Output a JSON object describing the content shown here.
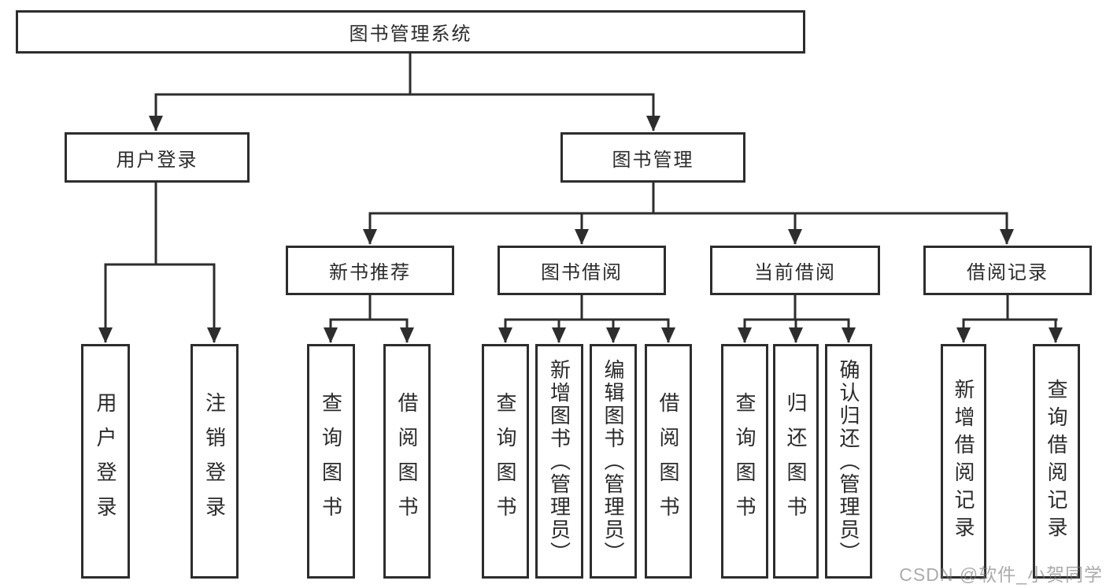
{
  "diagram_title": "图书管理系统",
  "tree": {
    "label": "图书管理系统",
    "children": [
      {
        "label": "用户登录",
        "children": [
          {
            "label": "用户登录"
          },
          {
            "label": "注销登录"
          }
        ]
      },
      {
        "label": "图书管理",
        "children": [
          {
            "label": "新书推荐",
            "children": [
              {
                "label": "查询图书"
              },
              {
                "label": "借阅图书"
              }
            ]
          },
          {
            "label": "图书借阅",
            "children": [
              {
                "label": "查询图书"
              },
              {
                "label": "新增图书（管理员）"
              },
              {
                "label": "编辑图书（管理员）"
              },
              {
                "label": "借阅图书"
              }
            ]
          },
          {
            "label": "当前借阅",
            "children": [
              {
                "label": "查询图书"
              },
              {
                "label": "归还图书"
              },
              {
                "label": "确认归还（管理员）"
              }
            ]
          },
          {
            "label": "借阅记录",
            "children": [
              {
                "label": "新增借阅记录"
              },
              {
                "label": "查询借阅记录"
              }
            ]
          }
        ]
      }
    ]
  },
  "watermark": {
    "text": "CSDN @软件_小贺同学"
  },
  "colors": {
    "line": "#2d2d2d",
    "box_border": "#2d2d2d",
    "text": "#2b2b2b",
    "background": "#ffffff",
    "watermark": "#787878"
  }
}
